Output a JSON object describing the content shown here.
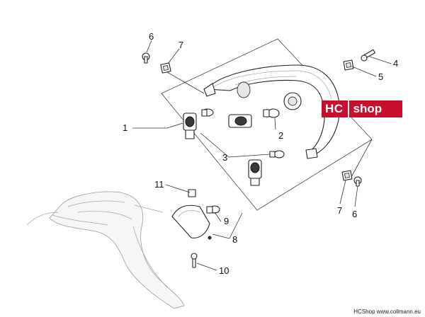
{
  "callouts": [
    "1",
    "2",
    "3",
    "4",
    "5",
    "6",
    "7",
    "7",
    "6",
    "8",
    "9",
    "10",
    "11"
  ],
  "watermark": {
    "left_text": "HC",
    "right_text": "shop",
    "color": "#c8102e"
  },
  "footer": {
    "credit": "HCShop www.collmann.eu"
  }
}
